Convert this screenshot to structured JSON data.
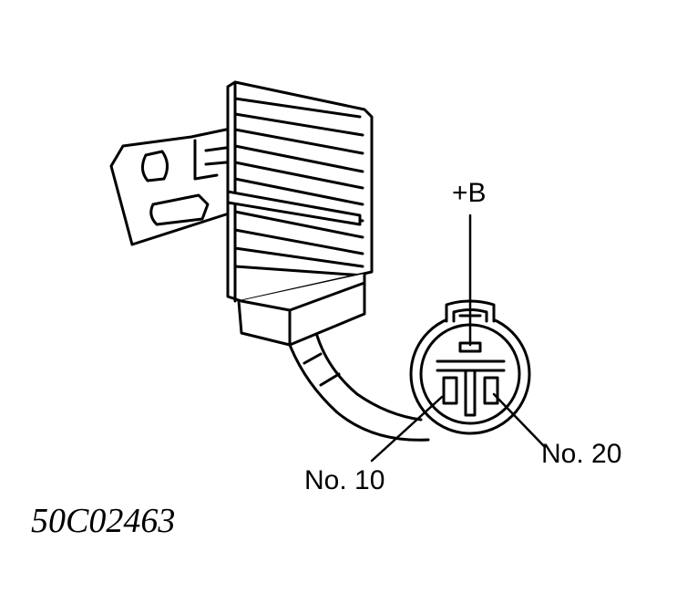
{
  "labels": {
    "plus_b": "+B",
    "no_20": "No. 20",
    "no_10": "No. 10"
  },
  "figure_id": "50C02463",
  "colors": {
    "ink": "#000000",
    "background": "#ffffff"
  }
}
